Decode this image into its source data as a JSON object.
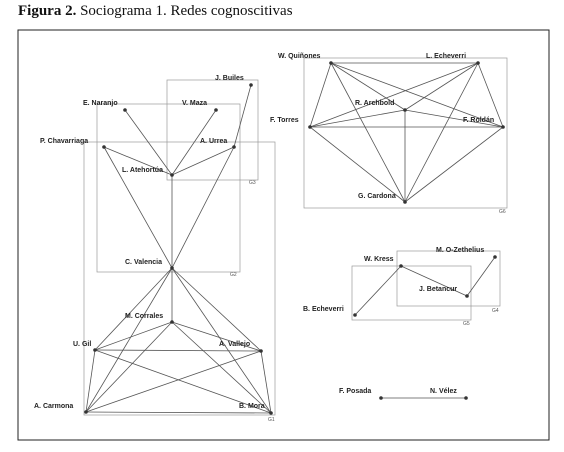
{
  "caption": {
    "label": "Figura 2.",
    "text": "Sociograma 1. Redes cognoscitivas"
  },
  "nodes": [
    {
      "id": "jbuiles",
      "name": "J. Builes"
    },
    {
      "id": "enaranjo",
      "name": "E. Naranjo"
    },
    {
      "id": "vmaza",
      "name": "V. Maza"
    },
    {
      "id": "pchavarriaga",
      "name": "P. Chavarriaga"
    },
    {
      "id": "aurrea",
      "name": "A. Urrea"
    },
    {
      "id": "latehortua",
      "name": "L. Atehortúa"
    },
    {
      "id": "cvalencia",
      "name": "C. Valencia"
    },
    {
      "id": "mcorrales",
      "name": "M. Corrales"
    },
    {
      "id": "ugil",
      "name": "U. Gil"
    },
    {
      "id": "avallejo",
      "name": "A. Vallejo"
    },
    {
      "id": "acarmona",
      "name": "A. Carmona"
    },
    {
      "id": "bmora",
      "name": "B. Mora"
    },
    {
      "id": "wquinones",
      "name": "W. Quiñones"
    },
    {
      "id": "lecheverri",
      "name": "L. Echeverri"
    },
    {
      "id": "rarchbold",
      "name": "R. Archbold"
    },
    {
      "id": "ftorres",
      "name": "F. Torres"
    },
    {
      "id": "froldan",
      "name": "F. Roldán"
    },
    {
      "id": "gcardona",
      "name": "G. Cardona"
    },
    {
      "id": "wkress",
      "name": "W. Kress"
    },
    {
      "id": "mozethelius",
      "name": "M. O-Zethelius"
    },
    {
      "id": "jbetancur",
      "name": "J. Betancur"
    },
    {
      "id": "becheverri",
      "name": "B. Echeverri"
    },
    {
      "id": "fposada",
      "name": "F. Posada"
    },
    {
      "id": "nvelez",
      "name": "N. Vélez"
    }
  ],
  "edges": [
    [
      "jbuiles",
      "aurrea"
    ],
    [
      "vmaza",
      "latehortua"
    ],
    [
      "enaranjo",
      "latehortua"
    ],
    [
      "pchavarriaga",
      "latehortua"
    ],
    [
      "aurrea",
      "latehortua"
    ],
    [
      "latehortua",
      "cvalencia"
    ],
    [
      "pchavarriaga",
      "cvalencia"
    ],
    [
      "aurrea",
      "cvalencia"
    ],
    [
      "cvalencia",
      "mcorrales"
    ],
    [
      "cvalencia",
      "ugil"
    ],
    [
      "cvalencia",
      "avallejo"
    ],
    [
      "cvalencia",
      "acarmona"
    ],
    [
      "cvalencia",
      "bmora"
    ],
    [
      "mcorrales",
      "ugil"
    ],
    [
      "mcorrales",
      "avallejo"
    ],
    [
      "mcorrales",
      "acarmona"
    ],
    [
      "mcorrales",
      "bmora"
    ],
    [
      "ugil",
      "avallejo"
    ],
    [
      "ugil",
      "acarmona"
    ],
    [
      "ugil",
      "bmora"
    ],
    [
      "avallejo",
      "acarmona"
    ],
    [
      "avallejo",
      "bmora"
    ],
    [
      "acarmona",
      "bmora"
    ],
    [
      "wquinones",
      "lecheverri"
    ],
    [
      "wquinones",
      "ftorres"
    ],
    [
      "wquinones",
      "rarchbold"
    ],
    [
      "wquinones",
      "froldan"
    ],
    [
      "wquinones",
      "gcardona"
    ],
    [
      "lecheverri",
      "ftorres"
    ],
    [
      "lecheverri",
      "rarchbold"
    ],
    [
      "lecheverri",
      "froldan"
    ],
    [
      "lecheverri",
      "gcardona"
    ],
    [
      "ftorres",
      "rarchbold"
    ],
    [
      "ftorres",
      "froldan"
    ],
    [
      "ftorres",
      "gcardona"
    ],
    [
      "rarchbold",
      "froldan"
    ],
    [
      "rarchbold",
      "gcardona"
    ],
    [
      "froldan",
      "gcardona"
    ],
    [
      "becheverri",
      "wkress"
    ],
    [
      "wkress",
      "jbetancur"
    ],
    [
      "jbetancur",
      "mozethelius"
    ],
    [
      "fposada",
      "nvelez"
    ]
  ],
  "groups": [
    {
      "id": "g1",
      "tag": "G1"
    },
    {
      "id": "g2",
      "tag": "G2"
    },
    {
      "id": "g3",
      "tag": "G3"
    },
    {
      "id": "g4",
      "tag": "G4"
    },
    {
      "id": "g5",
      "tag": "G5"
    },
    {
      "id": "g6",
      "tag": "G6"
    }
  ]
}
